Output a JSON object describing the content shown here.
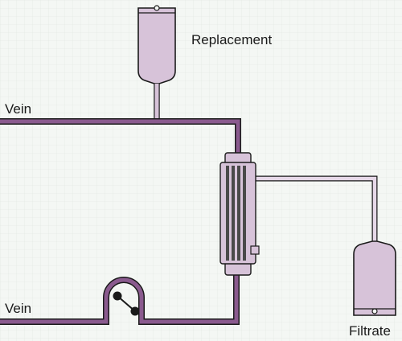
{
  "labels": {
    "replacement": "Replacement",
    "vein_in": "Vein",
    "vein_out": "Vein",
    "filtrate": "Filtrate"
  },
  "colors": {
    "background": "#f4f7f4",
    "grid": "#dfe6df",
    "tube": "#8a5a8e",
    "tube_light": "#e6d8e8",
    "bag_fill": "#d7c3d9",
    "outline": "#1a1a1a"
  }
}
